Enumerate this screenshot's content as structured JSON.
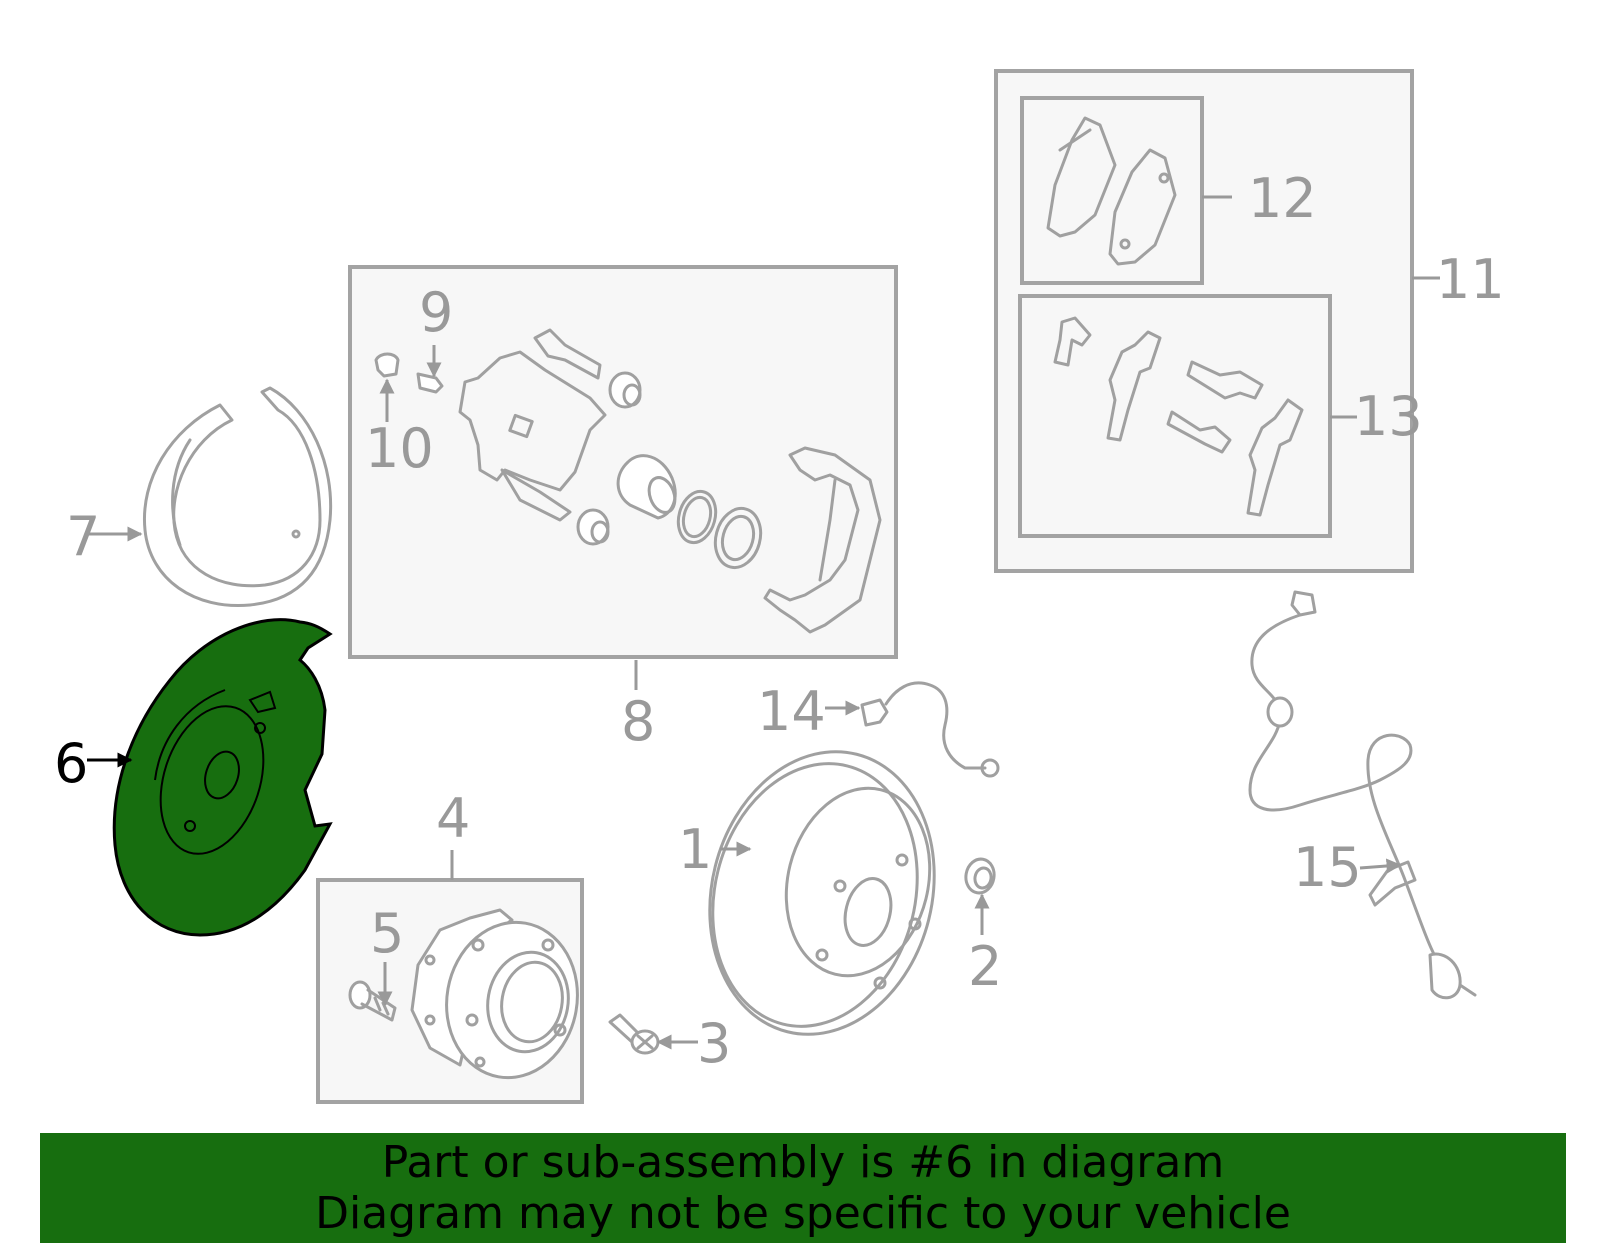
{
  "colors": {
    "highlight": "#176e0f",
    "callout": "#999999",
    "box_stroke": "#a3a3a3",
    "box_fill": "#f7f7f7"
  },
  "highlighted_part": "6",
  "callouts": {
    "c1": "1",
    "c2": "2",
    "c3": "3",
    "c4": "4",
    "c5": "5",
    "c6": "6",
    "c7": "7",
    "c8": "8",
    "c9": "9",
    "c10": "10",
    "c11": "11",
    "c12": "12",
    "c13": "13",
    "c14": "14",
    "c15": "15"
  },
  "banner": {
    "line1": "Part or sub-assembly is #6 in diagram",
    "line2": "Diagram may not be specific to your vehicle"
  }
}
